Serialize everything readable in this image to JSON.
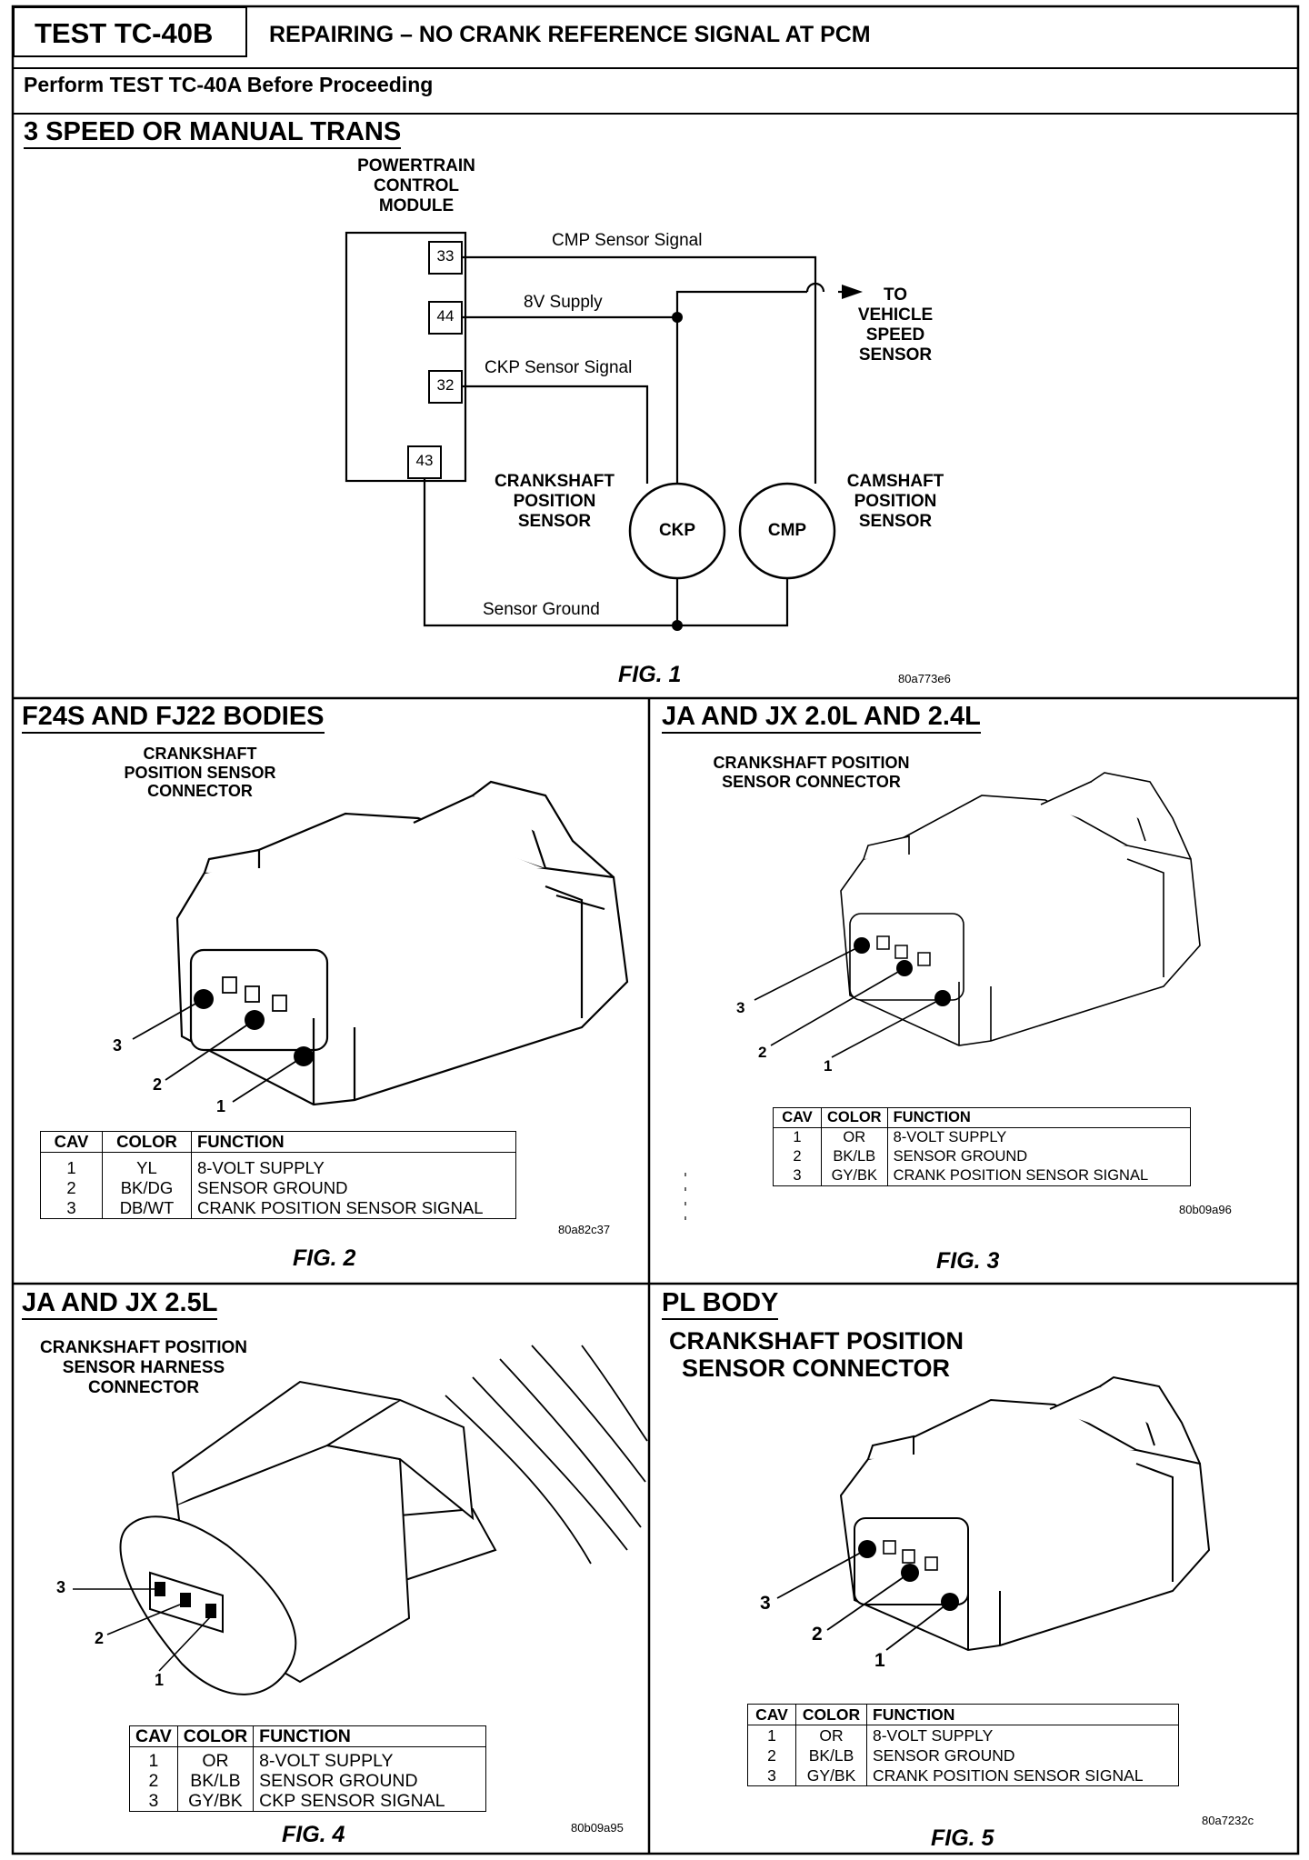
{
  "header": {
    "test_id": "TEST TC-40B",
    "title": "REPAIRING – NO CRANK REFERENCE SIGNAL AT PCM",
    "note": "Perform TEST TC-40A Before Proceeding"
  },
  "fig1": {
    "section_title": "3 SPEED OR MANUAL TRANS",
    "pcm_label": [
      "POWERTRAIN",
      "CONTROL",
      "MODULE"
    ],
    "pins": [
      "33",
      "44",
      "32",
      "43"
    ],
    "wires": {
      "cmp_signal": "CMP Sensor Signal",
      "supply": "8V Supply",
      "ckp_signal": "CKP Sensor Signal",
      "ground": "Sensor Ground"
    },
    "to_vss": [
      "TO",
      "VEHICLE",
      "SPEED",
      "SENSOR"
    ],
    "ckp_label": [
      "CRANKSHAFT",
      "POSITION",
      "SENSOR"
    ],
    "cmp_label": [
      "CAMSHAFT",
      "POSITION",
      "SENSOR"
    ],
    "ckp": "CKP",
    "cmp": "CMP",
    "caption": "FIG. 1",
    "code": "80a773e6"
  },
  "fig2": {
    "section_title": "F24S AND FJ22 BODIES",
    "connector_label": [
      "CRANKSHAFT",
      "POSITION SENSOR",
      "CONNECTOR"
    ],
    "callouts": [
      "3",
      "2",
      "1"
    ],
    "table": {
      "headers": [
        "CAV",
        "COLOR",
        "FUNCTION"
      ],
      "rows": [
        [
          "1",
          "YL",
          "8-VOLT SUPPLY"
        ],
        [
          "2",
          "BK/DG",
          "SENSOR GROUND"
        ],
        [
          "3",
          "DB/WT",
          "CRANK POSITION SENSOR SIGNAL"
        ]
      ]
    },
    "caption": "FIG. 2",
    "code": "80a82c37"
  },
  "fig3": {
    "section_title": "JA AND JX 2.0L AND 2.4L",
    "connector_label": [
      "CRANKSHAFT POSITION",
      "SENSOR CONNECTOR"
    ],
    "callouts": [
      "3",
      "2",
      "1"
    ],
    "table": {
      "headers": [
        "CAV",
        "COLOR",
        "FUNCTION"
      ],
      "rows": [
        [
          "1",
          "OR",
          "8-VOLT SUPPLY"
        ],
        [
          "2",
          "BK/LB",
          "SENSOR GROUND"
        ],
        [
          "3",
          "GY/BK",
          "CRANK POSITION SENSOR SIGNAL"
        ]
      ]
    },
    "caption": "FIG. 3",
    "code": "80b09a96"
  },
  "fig4": {
    "section_title": "JA AND JX 2.5L",
    "connector_label": [
      "CRANKSHAFT POSITION",
      "SENSOR HARNESS",
      "CONNECTOR"
    ],
    "callouts": [
      "3",
      "2",
      "1"
    ],
    "table": {
      "headers": [
        "CAV",
        "COLOR",
        "FUNCTION"
      ],
      "rows": [
        [
          "1",
          "OR",
          "8-VOLT SUPPLY"
        ],
        [
          "2",
          "BK/LB",
          "SENSOR GROUND"
        ],
        [
          "3",
          "GY/BK",
          "CKP SENSOR SIGNAL"
        ]
      ]
    },
    "caption": "FIG. 4",
    "code": "80b09a95"
  },
  "fig5": {
    "section_title": "PL BODY",
    "connector_label": [
      "CRANKSHAFT POSITION",
      "SENSOR CONNECTOR"
    ],
    "callouts": [
      "3",
      "2",
      "1"
    ],
    "table": {
      "headers": [
        "CAV",
        "COLOR",
        "FUNCTION"
      ],
      "rows": [
        [
          "1",
          "OR",
          "8-VOLT SUPPLY"
        ],
        [
          "2",
          "BK/LB",
          "SENSOR GROUND"
        ],
        [
          "3",
          "GY/BK",
          "CRANK POSITION SENSOR SIGNAL"
        ]
      ]
    },
    "caption": "FIG. 5",
    "code": "80a7232c"
  }
}
